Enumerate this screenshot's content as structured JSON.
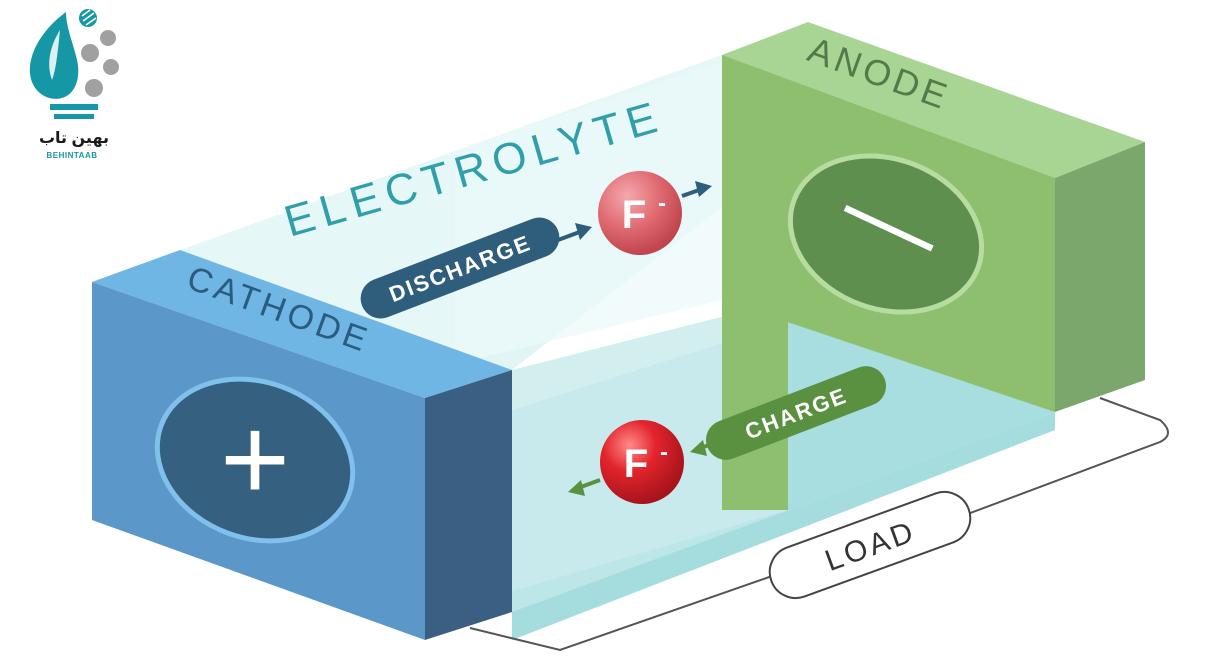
{
  "brand": {
    "name_fa": "بهین تاب",
    "name_en": "BEHINTAAB"
  },
  "labels": {
    "electrolyte": "ELECTROLYTE",
    "cathode": "CATHODE",
    "anode": "ANODE",
    "discharge": "DISCHARGE",
    "charge": "CHARGE",
    "load": "LOAD",
    "ion_discharge": "F",
    "ion_charge": "F",
    "ion_superscript": "-",
    "cathode_sign": "+",
    "anode_sign": "—"
  },
  "colors": {
    "cathode_front": "#5b97c8",
    "cathode_top": "#6fb6e4",
    "cathode_side": "#3b5f83",
    "anode_front": "#8fbe72",
    "anode_top": "#a8d191",
    "anode_side": "#79a46c",
    "electrolyte": "#cdeff0",
    "discharge_pill": "#2f5d7c",
    "charge_pill": "#5a9140",
    "ion": "#d8202a",
    "brand_teal": "#1597a5"
  }
}
